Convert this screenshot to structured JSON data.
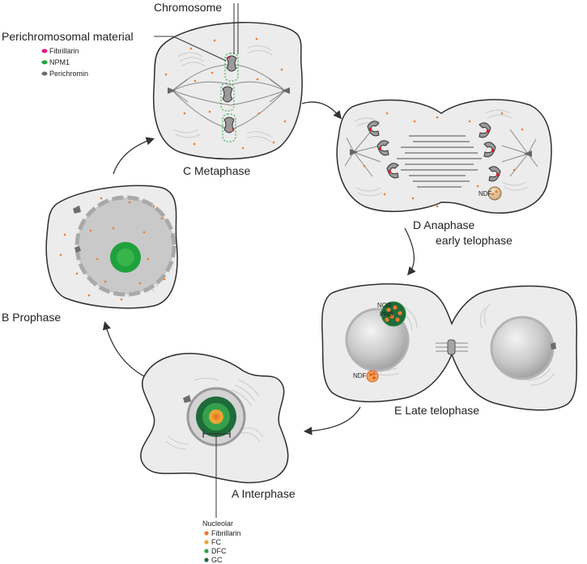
{
  "labels": {
    "chromosome": "Chromosome",
    "perichromosomal": "Perichromosomal material",
    "legend_top": [
      "Fibrillarin",
      "NPM1",
      "Perichromin"
    ],
    "stage_a": "A  Interphase",
    "stage_b": "B  Prophase",
    "stage_c": "C  Metaphase",
    "stage_d_line1": "D   Anaphase",
    "stage_d_line2": "early telophase",
    "stage_e": "E  Late telophase",
    "ndf_d": "NDF",
    "ndf_e": "NDF",
    "nor": "NOR",
    "pnb": "PNB",
    "nucleolar_title": "Nucleolar",
    "legend_bottom": [
      "Fibrillarin",
      "FC",
      "DFC",
      "GC"
    ]
  },
  "colors": {
    "fibrillarin_top": "#e0197d",
    "npm1": "#1fa23c",
    "perichromin": "#6d6d6d",
    "fibrillarin_bottom": "#f07a2a",
    "fc": "#e9a733",
    "dfc": "#35a04c",
    "gc": "#1f6b3a",
    "cytoplasm": "#ececec",
    "outline": "#2e2e2e",
    "dots": "#f07a2a",
    "chromosome": "#9a9a9a",
    "red_mark": "#d8232a"
  }
}
